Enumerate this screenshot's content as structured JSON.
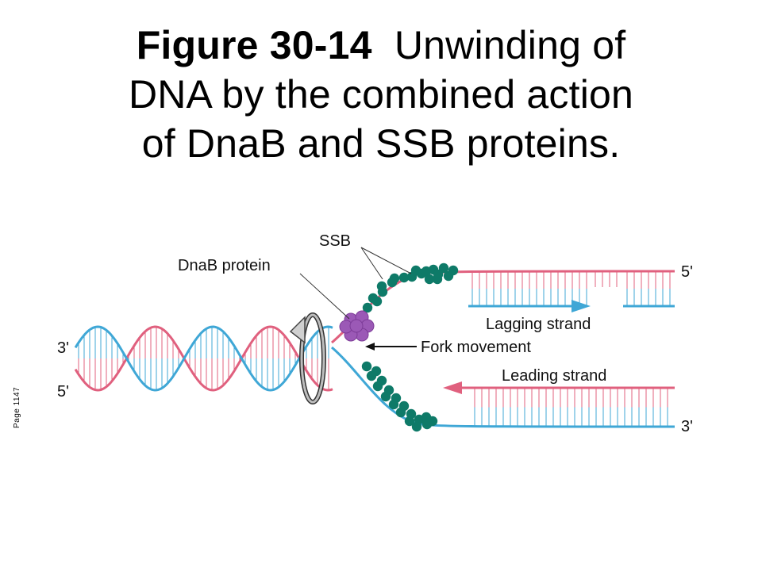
{
  "title": {
    "bold_part": "Figure 30-14",
    "line1_rest": "Unwinding of",
    "line2": "DNA by the combined action",
    "line3": "of DnaB and SSB proteins."
  },
  "page_label": "Page 1147",
  "labels": {
    "ssb": "SSB",
    "dnab": "DnaB protein",
    "fork": "Fork movement",
    "lagging": "Lagging strand",
    "leading": "Leading strand",
    "end_top_right": "5'",
    "end_bottom_right": "3'",
    "end_left_top": "3'",
    "end_left_bottom": "5'"
  },
  "colors": {
    "pink_strand": "#e0607e",
    "blue_strand": "#3fa7d6",
    "ssb_protein": "#0e7a68",
    "dnab_protein": "#9b59b6",
    "arrow_gray": "#555555"
  }
}
